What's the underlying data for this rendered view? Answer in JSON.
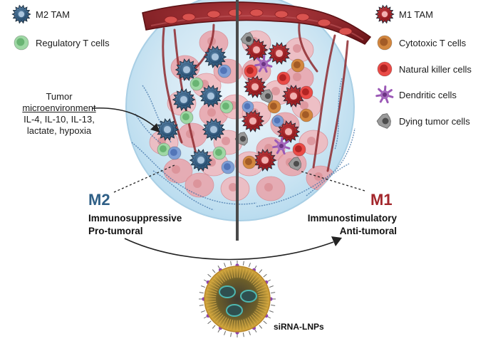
{
  "legend_left": [
    {
      "label": "M2 TAM",
      "icon": "m2-tam-icon",
      "color": "#2f5f86"
    },
    {
      "label": "Regulatory T cells",
      "icon": "regulatory-t-cell-icon",
      "color": "#86c98d"
    }
  ],
  "legend_right": [
    {
      "label": "M1 TAM",
      "icon": "m1-tam-icon",
      "color": "#b0232a"
    },
    {
      "label": "Cytotoxic T cells",
      "icon": "cytotoxic-t-cell-icon",
      "color": "#c9742c"
    },
    {
      "label": "Natural killer cells",
      "icon": "nk-cell-icon",
      "color": "#e3342f"
    },
    {
      "label": "Dendritic cells",
      "icon": "dendritic-cell-icon",
      "color": "#9b59b6"
    },
    {
      "label": "Dying tumor cells",
      "icon": "dying-tumor-cell-icon",
      "color": "#8c8c8c"
    }
  ],
  "tme": {
    "title1": "Tumor",
    "title2": "microenvironment",
    "line1": "IL-4, IL-10, IL-13,",
    "line2": "lactate, hypoxia"
  },
  "m2": {
    "title": "M2",
    "sub1": "Immunosuppressive",
    "sub2": "Pro-tumoral",
    "color": "#2f5f86"
  },
  "m1": {
    "title": "M1",
    "sub1": "Immunostimulatory",
    "sub2": "Anti-tumoral",
    "color": "#a3262b"
  },
  "lnp": {
    "label": "siRNA-LNPs"
  }
}
